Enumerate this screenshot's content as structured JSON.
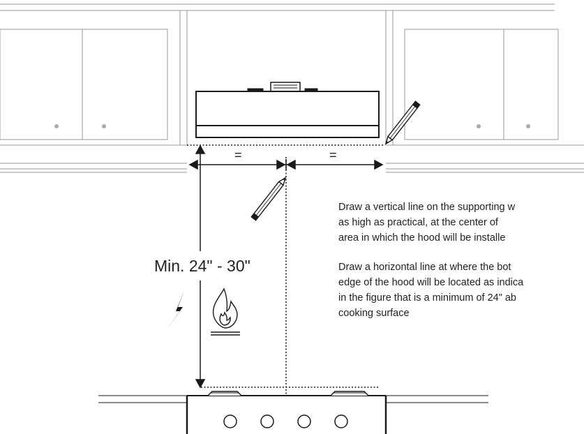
{
  "dimension": {
    "equal_left": "=",
    "equal_right": "=",
    "min_height": "Min. 24\" - 30\""
  },
  "instructions": {
    "vertical_line": [
      "Draw a vertical line on the supporting w",
      "as high as practical, at the center of",
      "area in which the hood will be installe"
    ],
    "horizontal_line": [
      "Draw a horizontal line at where the bot",
      "edge of the hood will be located as indica",
      "in the figure that is a minimum of 24\" ab",
      "cooking surface"
    ]
  },
  "icons": {
    "warning": "lightning-icon",
    "fire": "flame-icon",
    "marker": "pencil-icon"
  }
}
